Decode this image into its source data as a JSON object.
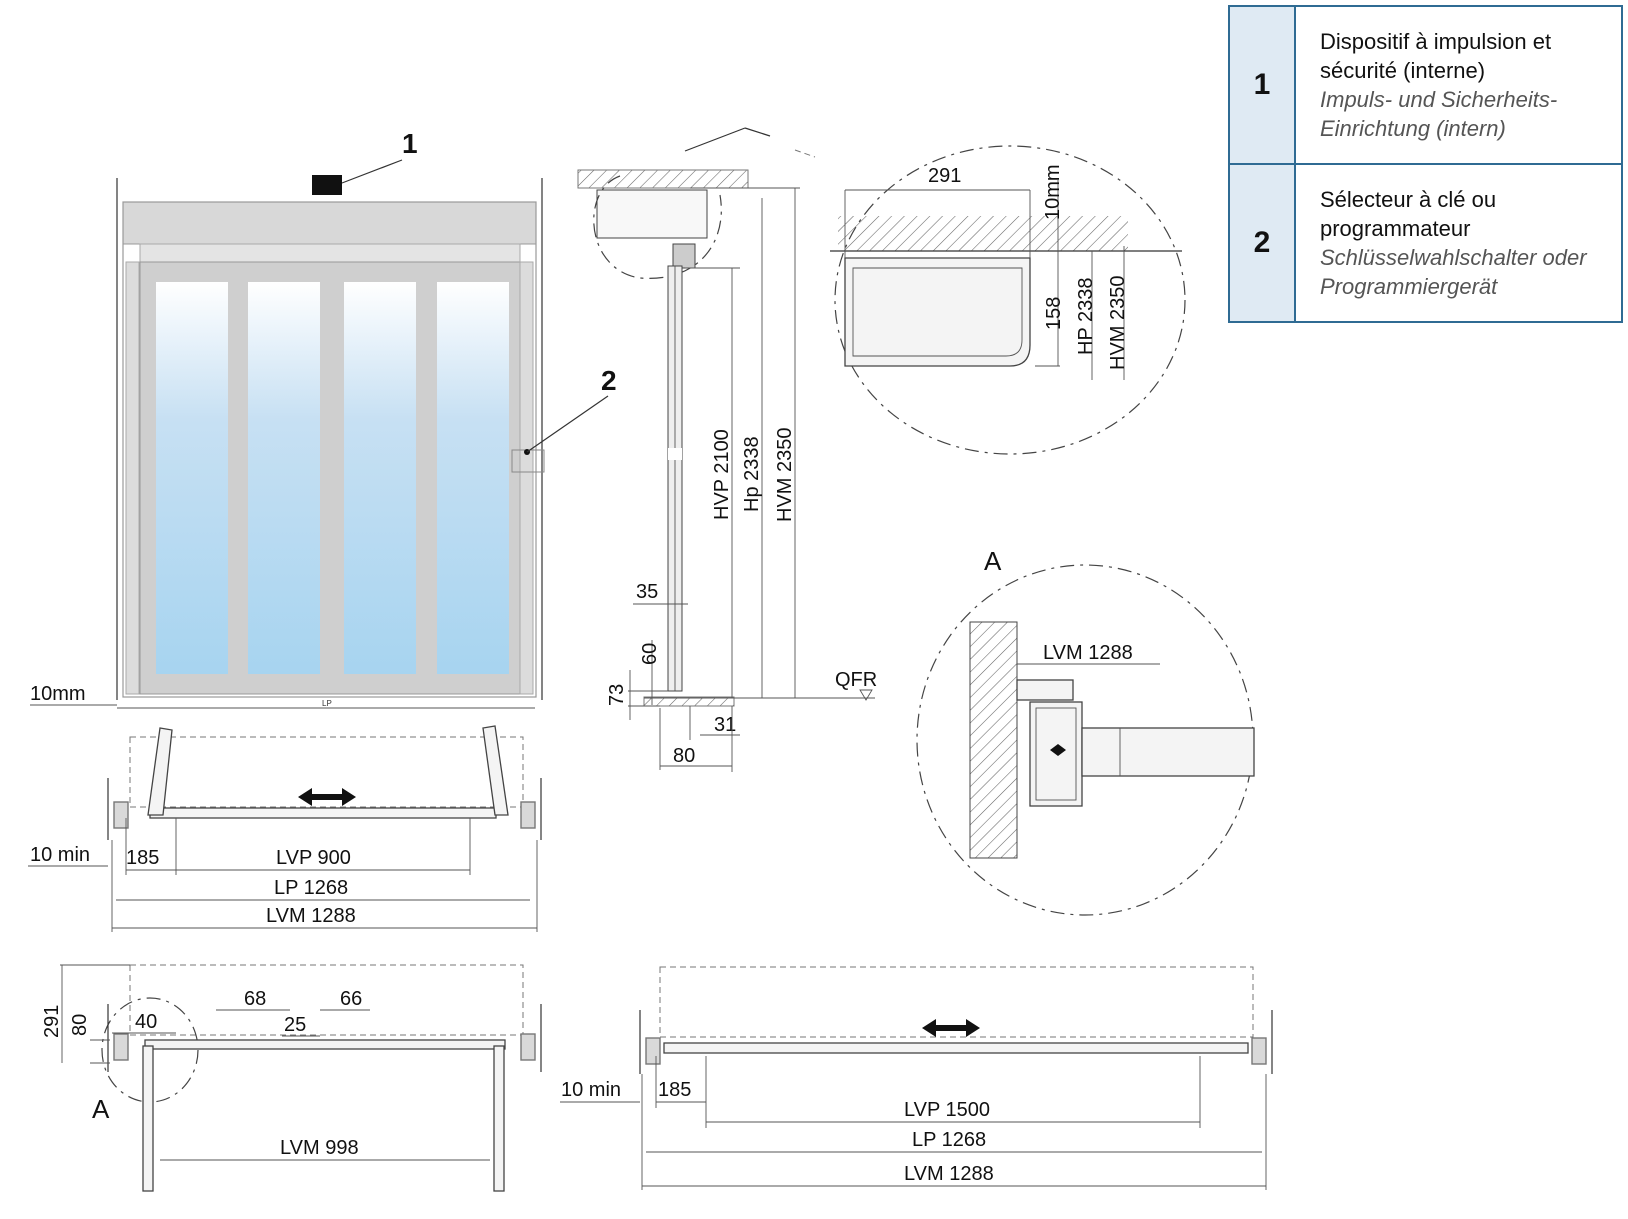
{
  "legend": [
    {
      "number": "1",
      "fr": "Dispositif à impulsion et sécurité (interne)",
      "de": "Impuls- und Sicherheits-Einrichtung (intern)"
    },
    {
      "number": "2",
      "fr": "Sélecteur à clé ou programmateur",
      "de": "Schlüsselwahlschalter oder Programmiergerät"
    }
  ],
  "front_view": {
    "callout_1": "1",
    "callout_2": "2",
    "bottom_gap": "10mm",
    "width_label": "LP"
  },
  "section_view": {
    "hvp": "HVP 2100",
    "hp": "Hp 2338",
    "hvm": "HVM 2350",
    "d35": "35",
    "d60": "60",
    "d73": "73",
    "d31": "31",
    "d80": "80",
    "floor": "QFR"
  },
  "detail_header": {
    "width": "291",
    "ceiling_gap": "10mm",
    "height": "158",
    "hp": "HP 2338",
    "hvm": "HVM 2350"
  },
  "plan_open": {
    "min_gap": "10 min",
    "side": "185",
    "lvp": "LVP 900",
    "lp": "LP 1268",
    "lvm": "LVM 1288"
  },
  "detail_a": {
    "letter": "A",
    "lvm": "LVM 1288"
  },
  "plan_folded": {
    "depth": "291",
    "d80": "80",
    "d40": "40",
    "d68": "68",
    "d25": "25",
    "d66": "66",
    "letter": "A",
    "lvm": "LVM 998"
  },
  "plan_closed": {
    "min_gap": "10 min",
    "side": "185",
    "lvp": "LVP 1500",
    "lp": "LP 1268",
    "lvm": "LVM 1288"
  }
}
